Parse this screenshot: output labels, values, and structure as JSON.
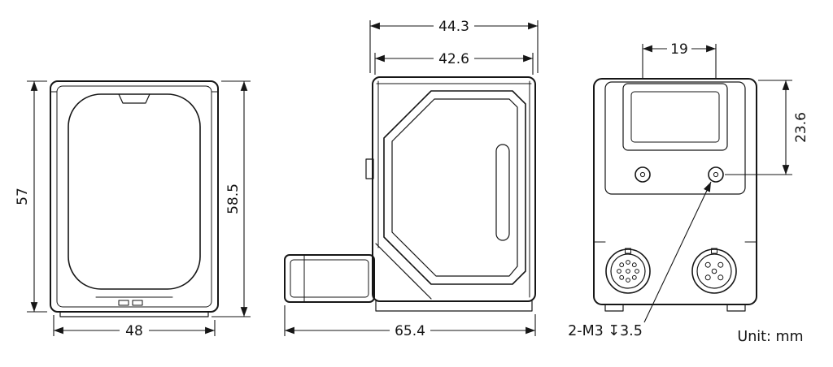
{
  "drawing": {
    "unit_note": "Unit: mm",
    "front_view": {
      "height": "57",
      "overall_height": "58.5",
      "width": "48"
    },
    "side_view": {
      "depth_upper": "44.3",
      "depth_inner": "42.6",
      "overall_depth": "65.4"
    },
    "rear_view": {
      "hole_spacing": "19",
      "hole_offset_from_top": "23.6",
      "mounting_hole_note": "2-M3 ↧3.5"
    }
  }
}
